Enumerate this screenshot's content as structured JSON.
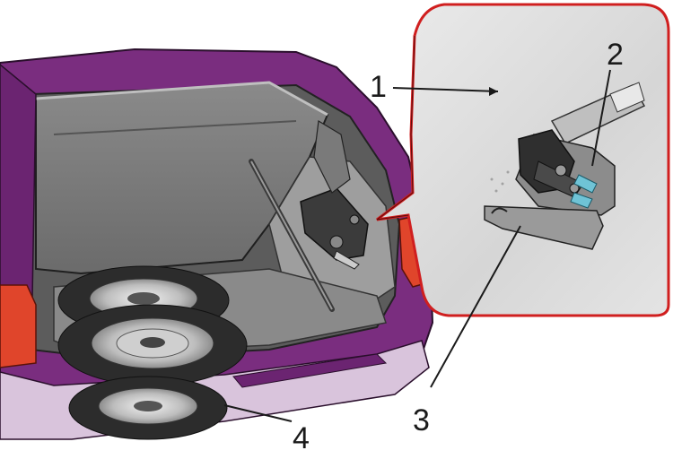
{
  "diagram": {
    "callouts": [
      {
        "id": "callout-1",
        "label": "1"
      },
      {
        "id": "callout-2",
        "label": "2"
      },
      {
        "id": "callout-3",
        "label": "3"
      },
      {
        "id": "callout-4",
        "label": "4"
      }
    ]
  },
  "colors": {
    "car_body": "#7a2d7f",
    "car_body_dark": "#5a1c60",
    "car_trim_light": "#d9c4dc",
    "interior_gray": "#7d7d7d",
    "interior_dark": "#4a4a4a",
    "tail_light": "#e0452b",
    "inset_background": "#d8d8d8",
    "inset_border": "#d01f1f",
    "tire": "#2c2c2c",
    "rim": "#bdbdbd",
    "label_text": "#1a1a1a"
  }
}
